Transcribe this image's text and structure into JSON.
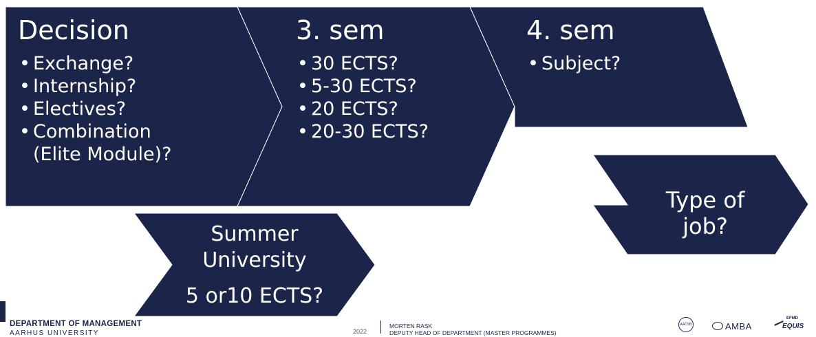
{
  "decision": {
    "title": "Decision",
    "items": [
      "Exchange?",
      "Internship?",
      "Electives?",
      "Combination (Elite Module)?"
    ]
  },
  "sem3": {
    "title": "3. sem",
    "items": [
      "30 ECTS?",
      "5-30 ECTS?",
      "20 ECTS?",
      "20-30 ECTS?"
    ]
  },
  "sem4": {
    "title": "4. sem",
    "items": [
      "Subject?"
    ]
  },
  "summer": {
    "line1": "Summer",
    "line2": "University",
    "line3": "5 or10 ECTS?"
  },
  "job": {
    "line1": "Type of",
    "line2": "job?"
  },
  "footer": {
    "department": "DEPARTMENT OF MANAGEMENT",
    "university": "AARHUS UNIVERSITY",
    "year": "2022",
    "name": "MORTEN RASK",
    "role": "DEPUTY HEAD OF DEPARTMENT (MASTER PROGRAMMES)",
    "logo_aacsb": "AACSB",
    "logo_amba": "AMBA",
    "logo_equis_top": "EFMD",
    "logo_equis": "EQUIS"
  },
  "colors": {
    "navy": "#1b2449",
    "background": "#ffffff"
  }
}
